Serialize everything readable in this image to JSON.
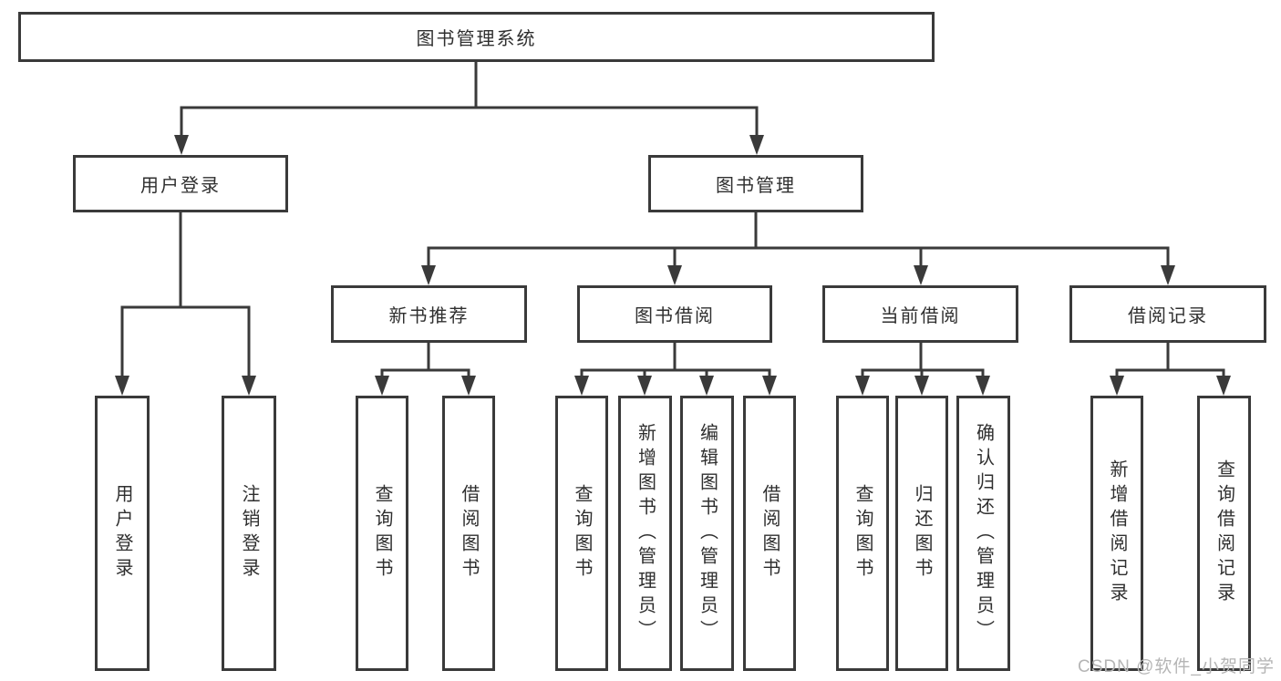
{
  "diagram": {
    "root": {
      "label": "图书管理系统"
    },
    "branches": [
      {
        "label": "用户登录",
        "children": [
          {
            "label": "用户登录"
          },
          {
            "label": "注销登录"
          }
        ]
      },
      {
        "label": "图书管理",
        "children": [
          {
            "label": "新书推荐",
            "children": [
              {
                "label": "查询图书"
              },
              {
                "label": "借阅图书"
              }
            ]
          },
          {
            "label": "图书借阅",
            "children": [
              {
                "label": "查询图书"
              },
              {
                "label": "新增图书（管理员）"
              },
              {
                "label": "编辑图书（管理员）"
              },
              {
                "label": "借阅图书"
              }
            ]
          },
          {
            "label": "当前借阅",
            "children": [
              {
                "label": "查询图书"
              },
              {
                "label": "归还图书"
              },
              {
                "label": "确认归还（管理员）"
              }
            ]
          },
          {
            "label": "借阅记录",
            "children": [
              {
                "label": "新增借阅记录"
              },
              {
                "label": "查询借阅记录"
              }
            ]
          }
        ]
      }
    ]
  },
  "watermark": {
    "text": "CSDN @软件_小贺同学"
  },
  "colors": {
    "line": "#3a3a3a",
    "text": "#2f2f2f",
    "box_background": "#ffffff",
    "page_background": "#ffffff",
    "watermark_text": "#b5b5b5"
  }
}
